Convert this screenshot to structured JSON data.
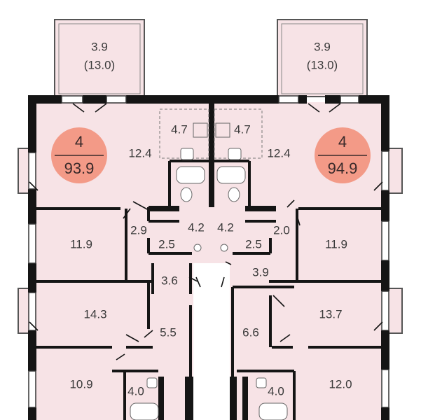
{
  "colors": {
    "floor": "#f7e3e6",
    "wall": "#151515",
    "badge": "#f39a87",
    "balcony": "#f7e3e6",
    "window": "#ffffff"
  },
  "apartments": [
    {
      "id": "left",
      "rooms": "4",
      "area": "93.9",
      "balcony_area": "3.9",
      "balcony_area_full": "(13.0)"
    },
    {
      "id": "right",
      "rooms": "4",
      "area": "94.9",
      "balcony_area": "3.9",
      "balcony_area_full": "(13.0)"
    }
  ],
  "room_labels": {
    "left_living": "12.4",
    "left_kitchen": "4.7",
    "left_bed1": "11.9",
    "left_wc": "2.9",
    "left_bath": "4.2",
    "left_hall_small": "2.5",
    "left_corridor": "3.6",
    "left_bed2": "14.3",
    "left_hall": "5.5",
    "left_bed3": "10.9",
    "left_bath2": "4.0",
    "right_living": "12.4",
    "right_kitchen": "4.7",
    "right_bath": "4.2",
    "right_wc": "2.0",
    "right_bed1": "11.9",
    "right_hall_small": "2.5",
    "right_corridor": "3.9",
    "right_bed2": "13.7",
    "right_hall": "6.6",
    "right_bed3": "12.0",
    "right_bath2": "4.0"
  }
}
